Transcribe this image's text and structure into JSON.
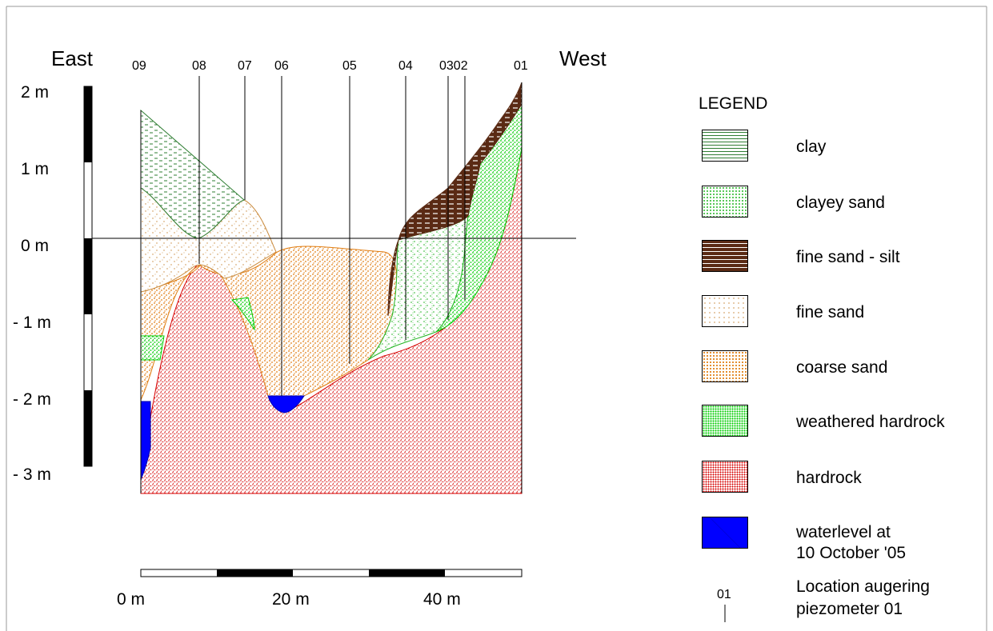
{
  "headings": {
    "east": "East",
    "west": "West"
  },
  "vertical_scale": [
    "2 m",
    "1 m",
    "0 m",
    "- 1 m",
    "- 2 m",
    "- 3 m"
  ],
  "horizontal_scale": [
    "0 m",
    "20 m",
    "40 m"
  ],
  "piezometers": [
    "09",
    "08",
    "07",
    "06",
    "05",
    "04",
    "0302",
    "01"
  ],
  "legend": {
    "title": "LEGEND",
    "items": [
      {
        "label": "clay",
        "color": "#2e7d32"
      },
      {
        "label": "clayey sand",
        "color": "#22b522"
      },
      {
        "label": "fine sand - silt",
        "color": "#5a2a14"
      },
      {
        "label": "fine sand",
        "color": "#d59a4a"
      },
      {
        "label": "coarse sand",
        "color": "#e07c10"
      },
      {
        "label": "weathered hardrock",
        "color": "#00cc00"
      },
      {
        "label": "hardrock",
        "color": "#d60000"
      },
      {
        "label": "waterlevel at",
        "label2": "10 October '05",
        "color": "#0000ff"
      }
    ],
    "location": {
      "label": "Location augering",
      "label2": "piezometer 01",
      "code": "01"
    }
  }
}
